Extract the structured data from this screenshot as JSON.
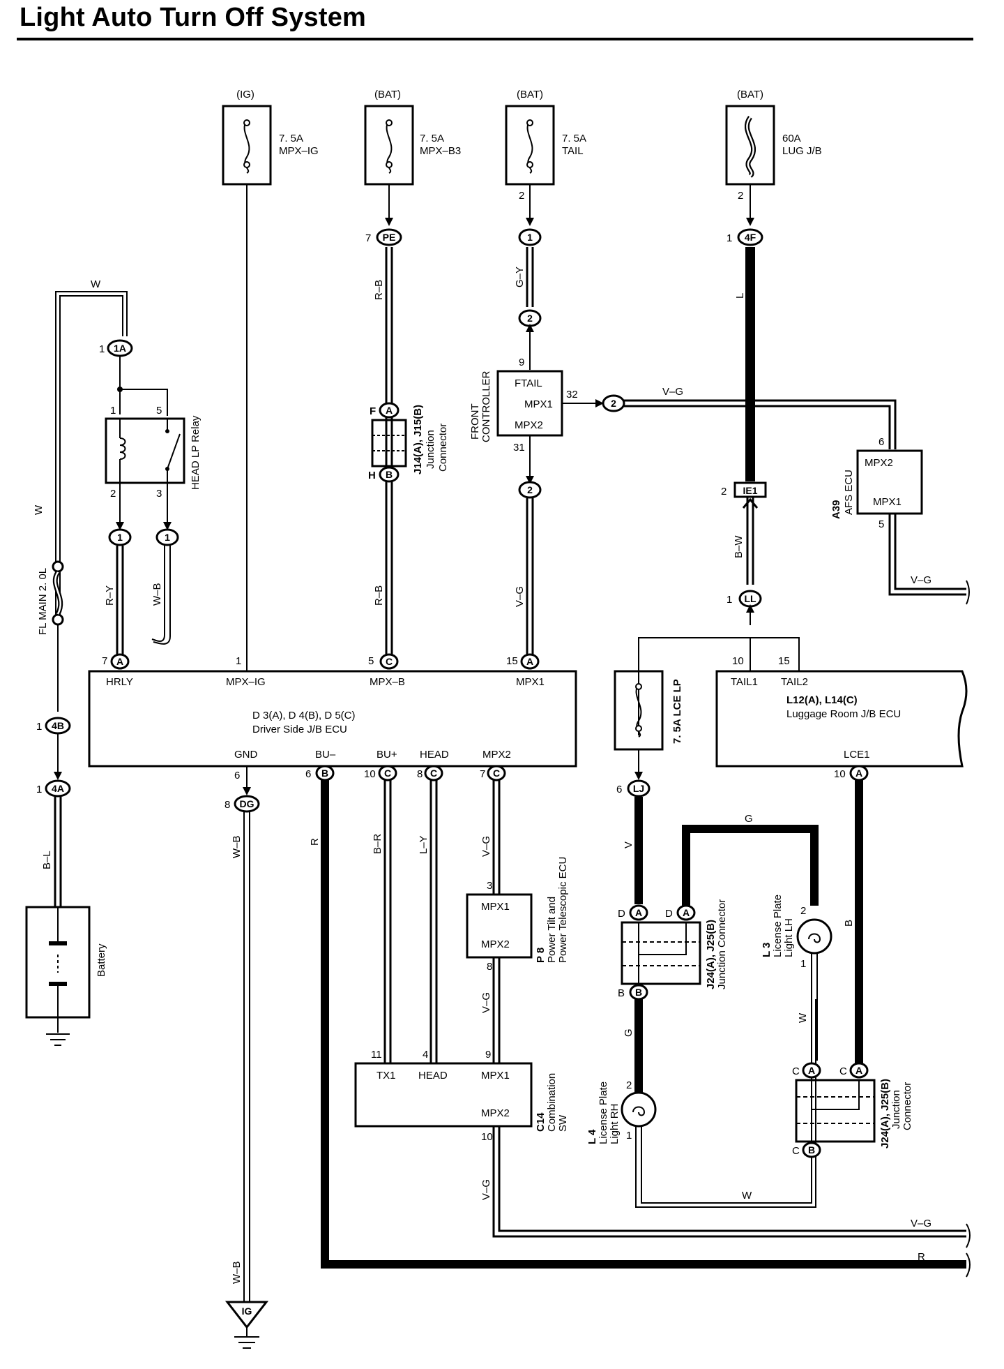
{
  "title": "Light Auto Turn Off System",
  "fuses": [
    {
      "id": "mpx-ig",
      "source": "(IG)",
      "rating": "7. 5A",
      "name": "MPX–IG",
      "pin": ""
    },
    {
      "id": "mpx-b3",
      "source": "(BAT)",
      "rating": "7. 5A",
      "name": "MPX–B3",
      "pin": ""
    },
    {
      "id": "tail",
      "source": "(BAT)",
      "rating": "7. 5A",
      "name": "TAIL",
      "pin": "2"
    },
    {
      "id": "lug",
      "source": "(BAT)",
      "rating": "60A",
      "name": "LUG J/B",
      "pin": "2"
    }
  ],
  "connectors": [
    {
      "id": "1A",
      "pin": "1",
      "code": "1A"
    },
    {
      "id": "PE",
      "pin": "7",
      "code": "PE"
    },
    {
      "id": "tail1",
      "pin": "1",
      "code": "1"
    },
    {
      "id": "4F",
      "pin": "1",
      "code": "4F"
    },
    {
      "id": "tail2",
      "pin": "",
      "code": "2"
    },
    {
      "id": "fc-out",
      "pin": "",
      "code": "2"
    },
    {
      "id": "fc-in",
      "pin": "",
      "code": "2"
    },
    {
      "id": "relay1",
      "pin": "",
      "code": "1"
    },
    {
      "id": "relay2",
      "pin": "",
      "code": "1"
    },
    {
      "id": "IE1",
      "pin": "2",
      "code": "IE1"
    },
    {
      "id": "LL",
      "pin": "1",
      "code": "LL"
    },
    {
      "id": "4B",
      "pin": "1",
      "code": "4B"
    },
    {
      "id": "4A",
      "pin": "1",
      "code": "4A"
    },
    {
      "id": "DG",
      "pin": "8",
      "code": "DG"
    },
    {
      "id": "LJ",
      "pin": "6",
      "code": "LJ"
    }
  ],
  "wires": {
    "W": "W",
    "RB": "R–B",
    "GY": "G–Y",
    "L": "L",
    "VG": "V–G",
    "RY": "R–Y",
    "WB": "W–B",
    "BW": "B–W",
    "BL": "B–L",
    "R": "R",
    "BR": "B–R",
    "LY": "L–Y",
    "V": "V",
    "G": "G",
    "B": "B"
  },
  "relay": {
    "name": "HEAD LP Relay",
    "pins": [
      "1",
      "5",
      "2",
      "3"
    ]
  },
  "fl_main": "FL MAIN 2. 0L",
  "battery": "Battery",
  "jc_j14": {
    "title": "J14(A), J15(B)",
    "sub1": "Junction",
    "sub2": "Connector",
    "pinA": "F",
    "pinB": "H",
    "A": "A",
    "Bc": "B"
  },
  "front_controller": {
    "title1": "FRONT",
    "title2": "CONTROLLER",
    "ftail": "FTAIL",
    "mpx1": "MPX1",
    "mpx2": "MPX2",
    "pin_ftail": "9",
    "pin_mpx1": "32",
    "pin_mpx2": "31"
  },
  "afs_ecu": {
    "code": "A39",
    "name": "AFS ECU",
    "mpx2": "MPX2",
    "mpx1": "MPX1",
    "pin6": "6",
    "pin5": "5"
  },
  "driver_jb": {
    "name1": "D 3(A), D 4(B), D 5(C)",
    "name2": "Driver Side J/B ECU",
    "top": [
      {
        "pin": "7",
        "conn": "A",
        "label": "HRLY"
      },
      {
        "pin": "1",
        "conn": "",
        "label": "MPX–IG"
      },
      {
        "pin": "5",
        "conn": "C",
        "label": "MPX–B"
      },
      {
        "pin": "15",
        "conn": "A",
        "label": "MPX1"
      }
    ],
    "bottom": [
      {
        "pin": "6",
        "conn": "",
        "label": "GND"
      },
      {
        "pin": "6",
        "conn": "B",
        "label": "BU–"
      },
      {
        "pin": "10",
        "conn": "C",
        "label": "BU+"
      },
      {
        "pin": "8",
        "conn": "C",
        "label": "HEAD"
      },
      {
        "pin": "7",
        "conn": "C",
        "label": "MPX2"
      }
    ]
  },
  "luggage_jb": {
    "name1": "L12(A), L14(C)",
    "name2": "Luggage Room J/B ECU",
    "tail1": "TAIL1",
    "tail2": "TAIL2",
    "pin10": "10",
    "pin15": "15",
    "lce1": "LCE1",
    "pin_lce": "10",
    "conn_lce": "A"
  },
  "lce_fuse": "7. 5A LCE LP",
  "ptl_ecu": {
    "code": "P 8",
    "name1": "Power Tilt and",
    "name2": "Power Telescopic ECU",
    "mpx1": "MPX1",
    "mpx2": "MPX2",
    "pin3": "3",
    "pin8": "8"
  },
  "comb_sw": {
    "code": "C14",
    "name1": "Combination",
    "name2": "SW",
    "tx1": "TX1",
    "head": "HEAD",
    "mpx1": "MPX1",
    "mpx2": "MPX2",
    "pin11": "11",
    "pin4": "4",
    "pin9": "9",
    "pin10": "10"
  },
  "jc_j24": {
    "title": "J24(A), J25(B)",
    "sub": "Junction Connector",
    "D": "D",
    "A": "A",
    "B": "B"
  },
  "jc_j24b": {
    "title": "J24(A), J25(B)",
    "sub1": "Junction",
    "sub2": "Connector",
    "C": "C",
    "A": "A",
    "B": "B"
  },
  "lamp_lh": {
    "code": "L 3",
    "name1": "License Plate",
    "name2": "Light LH",
    "pin2": "2",
    "pin1": "1"
  },
  "lamp_rh": {
    "code": "L 4",
    "name1": "License Plate",
    "name2": "Light RH",
    "pin2": "2",
    "pin1": "1"
  },
  "ground_ig": "IG"
}
